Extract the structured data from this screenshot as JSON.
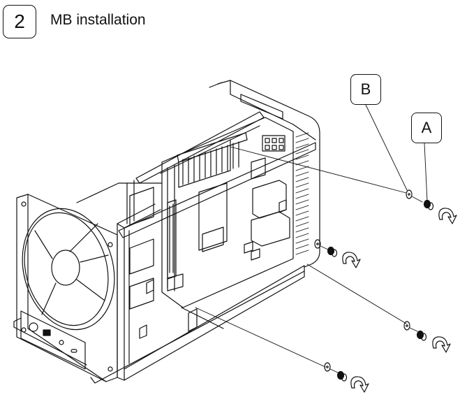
{
  "step": {
    "number": "2",
    "title": "MB installation"
  },
  "callouts": [
    {
      "label": "B",
      "part": "washer"
    },
    {
      "label": "A",
      "part": "screw"
    }
  ],
  "fasteners": {
    "count": 4,
    "rotation_icon": "clockwise-rotate-icon"
  },
  "colors": {
    "line": "#111111",
    "background": "#ffffff"
  }
}
